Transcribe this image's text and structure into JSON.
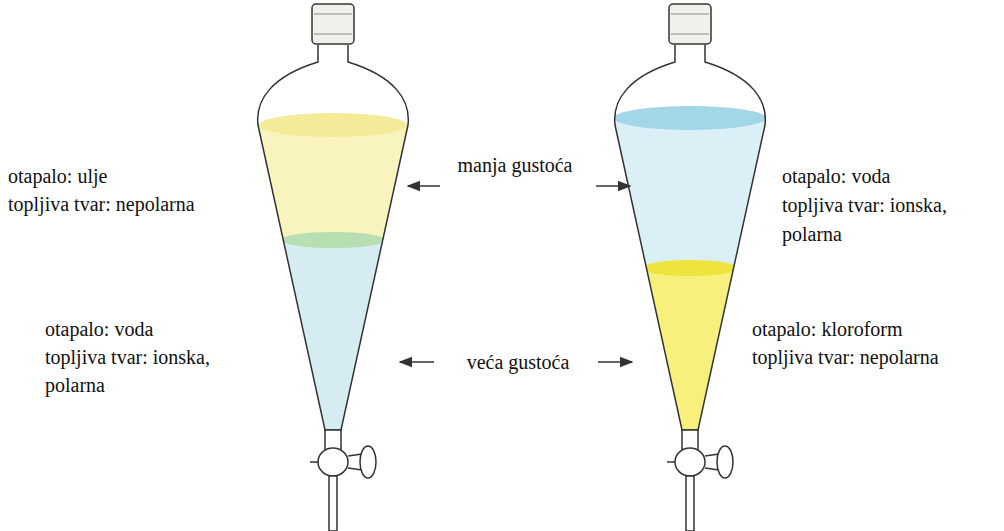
{
  "diagram": {
    "labels": [
      "otapalo: ulje",
      "topljiva tvar: nepolarna",
      "otapalo: voda",
      "topljiva tvar: ionska,",
      "polarna",
      "manja gustoća",
      "veća gustoća",
      "otapalo: voda",
      "topljiva tvar: ionska,",
      "polarna",
      "otapalo: kloroform",
      "topljiva tvar: nepolarna"
    ]
  }
}
